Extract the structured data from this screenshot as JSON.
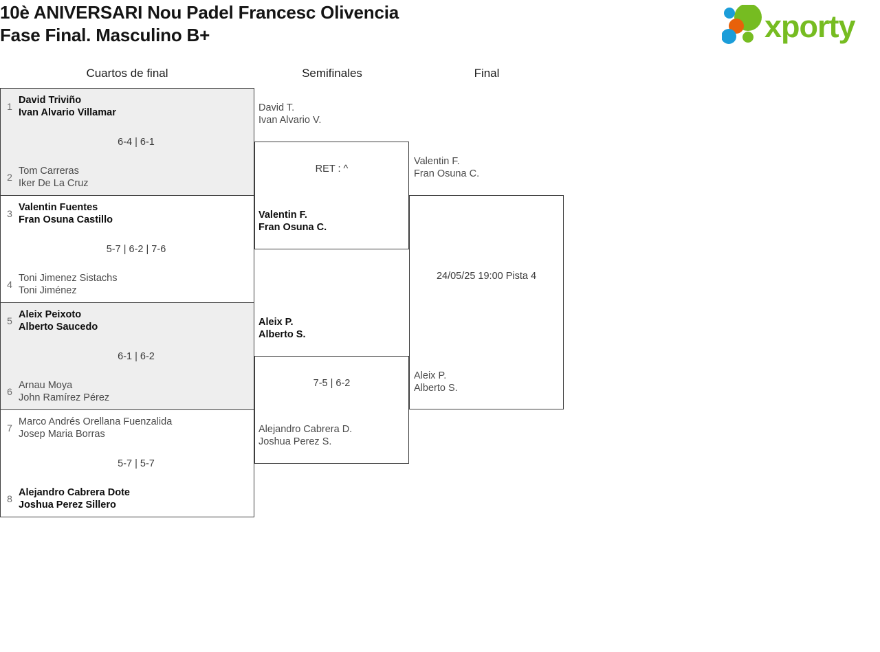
{
  "header": {
    "title": "10è ANIVERSARI Nou Padel Francesc Olivencia\nFase Final. Masculino B+",
    "logo_text": "xporty",
    "logo_colors": {
      "green": "#76bc21",
      "blue": "#1b9dd9",
      "orange": "#e8610a"
    }
  },
  "rounds": [
    {
      "id": "quarterfinals",
      "label": "Cuartos de final"
    },
    {
      "id": "semifinals",
      "label": "Semifinales"
    },
    {
      "id": "final",
      "label": "Final"
    }
  ],
  "quarterfinals": [
    {
      "shaded": true,
      "top": {
        "seed": "1",
        "players": "David Triviño\nIvan Alvario Villamar",
        "winner": true
      },
      "bottom": {
        "seed": "2",
        "players": "Tom Carreras\nIker De La Cruz",
        "winner": false
      },
      "score": "6-4 | 6-1"
    },
    {
      "shaded": false,
      "top": {
        "seed": "3",
        "players": "Valentin Fuentes\nFran Osuna Castillo",
        "winner": true
      },
      "bottom": {
        "seed": "4",
        "players": "Toni Jimenez Sistachs\nToni Jiménez",
        "winner": false
      },
      "score": "5-7 | 6-2 | 7-6"
    },
    {
      "shaded": true,
      "top": {
        "seed": "5",
        "players": "Aleix Peixoto\nAlberto Saucedo",
        "winner": true
      },
      "bottom": {
        "seed": "6",
        "players": "Arnau Moya\nJohn Ramírez Pérez",
        "winner": false
      },
      "score": "6-1 | 6-2"
    },
    {
      "shaded": false,
      "top": {
        "seed": "7",
        "players": "Marco Andrés Orellana Fuenzalida\nJosep Maria Borras",
        "winner": false
      },
      "bottom": {
        "seed": "8",
        "players": "Alejandro Cabrera Dote\nJoshua Perez Sillero",
        "winner": true
      },
      "score": "5-7 | 5-7"
    }
  ],
  "semifinals": [
    {
      "top": {
        "players": "David T.\nIvan Alvario V.",
        "winner": false
      },
      "bottom": {
        "players": "Valentin F.\nFran Osuna C.",
        "winner": true
      },
      "score": "RET : ^"
    },
    {
      "top": {
        "players": "Aleix P.\nAlberto S.",
        "winner": true
      },
      "bottom": {
        "players": "Alejandro Cabrera D.\nJoshua Perez S.",
        "winner": false
      },
      "score": "7-5 | 6-2"
    }
  ],
  "final": {
    "top": {
      "players": "Valentin F.\nFran Osuna C.",
      "winner": false
    },
    "bottom": {
      "players": "Aleix P.\nAlberto S.",
      "winner": false
    },
    "schedule": "24/05/25 19:00 Pista 4"
  }
}
